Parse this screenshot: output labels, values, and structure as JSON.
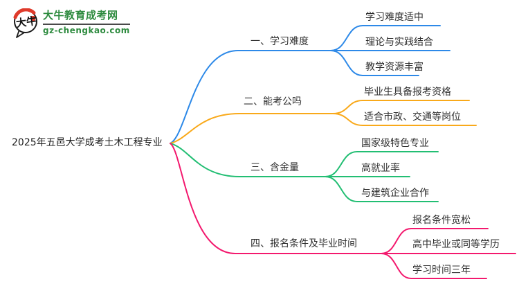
{
  "brand": {
    "icon_text": "大牛",
    "site_name": "大牛教育成考网",
    "site_url": "gz-chengkao.com",
    "name_color": "#2E8B3F",
    "accent_red": "#DF3A2B"
  },
  "root": {
    "label": "2025年五邑大学成考土木工程专业"
  },
  "branches": [
    {
      "label": "一、学习难度",
      "color": "#2D89E8",
      "children": [
        "学习难度适中",
        "理论与实践结合",
        "教学资源丰富"
      ]
    },
    {
      "label": "二、能考公吗",
      "color": "#F9A91A",
      "children": [
        "毕业生具备报考资格",
        "适合市政、交通等岗位"
      ]
    },
    {
      "label": "三、含金量",
      "color": "#22BE73",
      "children": [
        "国家级特色专业",
        "高就业率",
        "与建筑企业合作"
      ]
    },
    {
      "label": "四、报名条件及毕业时间",
      "color": "#F3196E",
      "children": [
        "报名条件宽松",
        "高中毕业或同等学历",
        "学习时间三年"
      ]
    }
  ]
}
